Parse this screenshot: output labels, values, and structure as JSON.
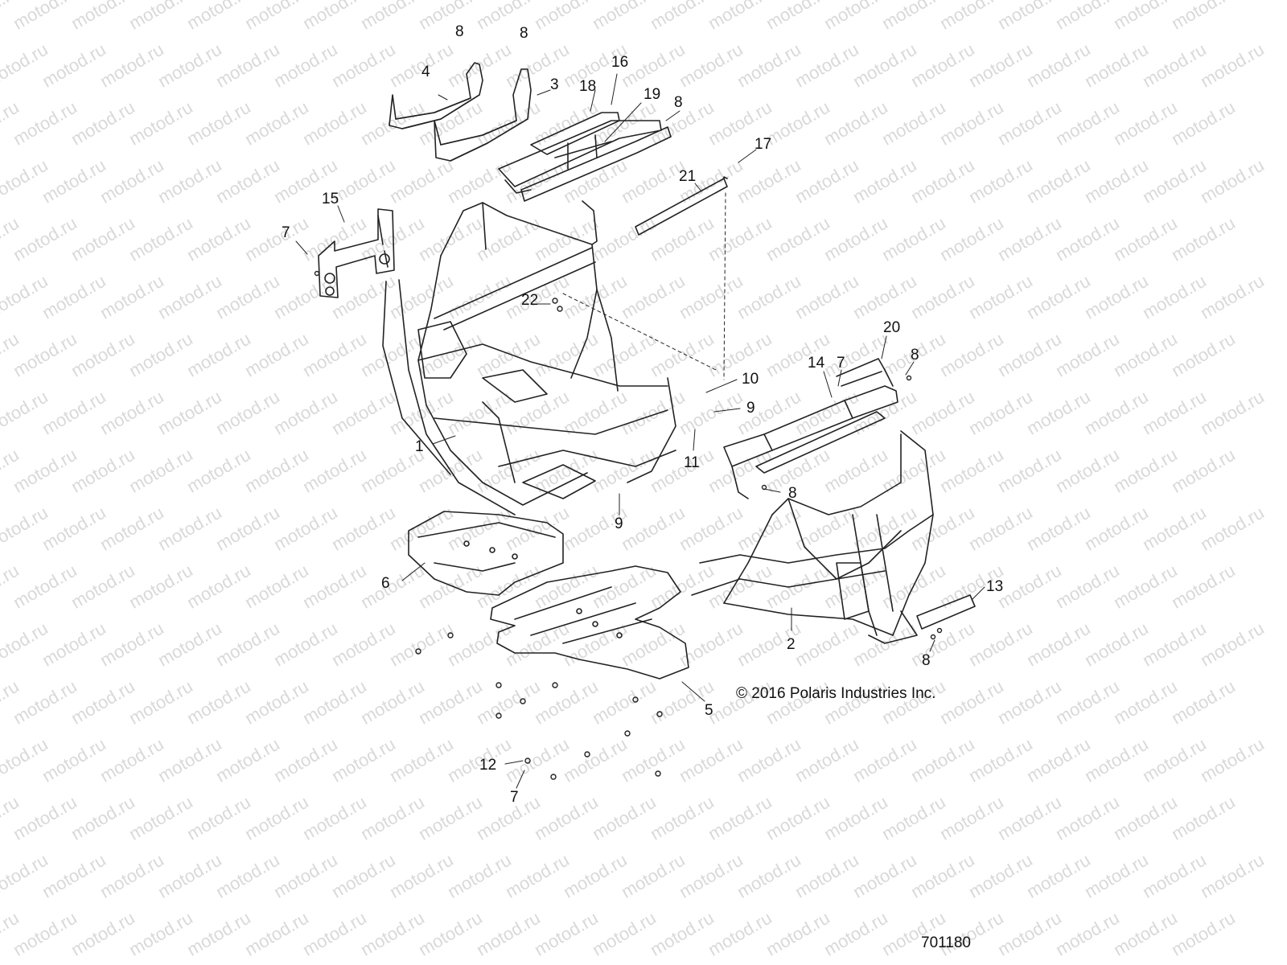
{
  "watermark": "motod.ru",
  "copyright": "© 2016 Polaris Industries Inc.",
  "diagram_id": "701180",
  "callouts": [
    {
      "id": "c-8a",
      "text": "8"
    },
    {
      "id": "c-8b",
      "text": "8"
    },
    {
      "id": "c-4",
      "text": "4"
    },
    {
      "id": "c-3",
      "text": "3"
    },
    {
      "id": "c-18",
      "text": "18"
    },
    {
      "id": "c-16",
      "text": "16"
    },
    {
      "id": "c-19",
      "text": "19"
    },
    {
      "id": "c-8c",
      "text": "8"
    },
    {
      "id": "c-17",
      "text": "17"
    },
    {
      "id": "c-21",
      "text": "21"
    },
    {
      "id": "c-15",
      "text": "15"
    },
    {
      "id": "c-7a",
      "text": "7"
    },
    {
      "id": "c-22",
      "text": "22"
    },
    {
      "id": "c-20",
      "text": "20"
    },
    {
      "id": "c-14",
      "text": "14"
    },
    {
      "id": "c-7b",
      "text": "7"
    },
    {
      "id": "c-8d",
      "text": "8"
    },
    {
      "id": "c-10",
      "text": "10"
    },
    {
      "id": "c-9a",
      "text": "9"
    },
    {
      "id": "c-1",
      "text": "1"
    },
    {
      "id": "c-11",
      "text": "11"
    },
    {
      "id": "c-8e",
      "text": "8"
    },
    {
      "id": "c-9b",
      "text": "9"
    },
    {
      "id": "c-6",
      "text": "6"
    },
    {
      "id": "c-13",
      "text": "13"
    },
    {
      "id": "c-2",
      "text": "2"
    },
    {
      "id": "c-8f",
      "text": "8"
    },
    {
      "id": "c-5",
      "text": "5"
    },
    {
      "id": "c-12",
      "text": "12"
    },
    {
      "id": "c-7c",
      "text": "7"
    }
  ]
}
